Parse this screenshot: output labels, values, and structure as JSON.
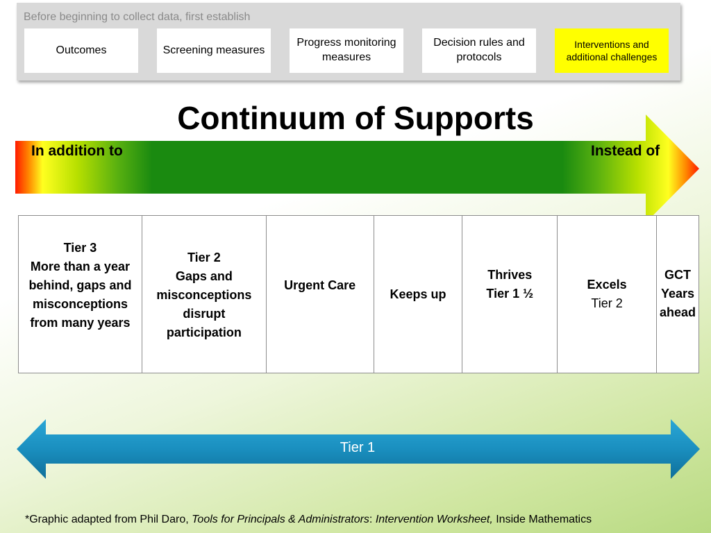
{
  "banner": {
    "title": "Before beginning to collect data, first establish",
    "items": [
      {
        "label": "Outcomes"
      },
      {
        "label": "Screening measures"
      },
      {
        "label": "Progress monitoring measures"
      },
      {
        "label": "Decision rules and protocols"
      },
      {
        "label": "Interventions and additional challenges",
        "highlight": true
      }
    ],
    "highlight_color": "#ffff00"
  },
  "title": "Continuum of Supports",
  "continuum": {
    "left_label": "In addition to",
    "right_label": "Instead of",
    "colors": {
      "center": "#1a8a10",
      "edge": "#ff2000",
      "mid": "#ffff00"
    }
  },
  "tiers": [
    {
      "lines": [
        "Tier 3",
        "More than a year behind, gaps and misconceptions from many years"
      ]
    },
    {
      "lines": [
        "Tier 2",
        "Gaps and misconceptions disrupt participation"
      ]
    },
    {
      "lines": [
        "Urgent Care"
      ]
    },
    {
      "lines": [
        "Keeps up"
      ]
    },
    {
      "lines": [
        "Thrives",
        "Tier 1 ½"
      ]
    },
    {
      "lines": [
        "Excels",
        "Tier 2"
      ]
    },
    {
      "lines": [
        "GCT",
        "Years ahead"
      ]
    }
  ],
  "tier1": {
    "label": "Tier 1",
    "color": "#1a8fbf"
  },
  "footnote": {
    "prefix": "*Graphic adapted from Phil Daro, ",
    "book": "Tools for Principals & Administrators",
    "sep": ": ",
    "worksheet": "Intervention Worksheet,",
    "suffix": " Inside Mathematics"
  }
}
